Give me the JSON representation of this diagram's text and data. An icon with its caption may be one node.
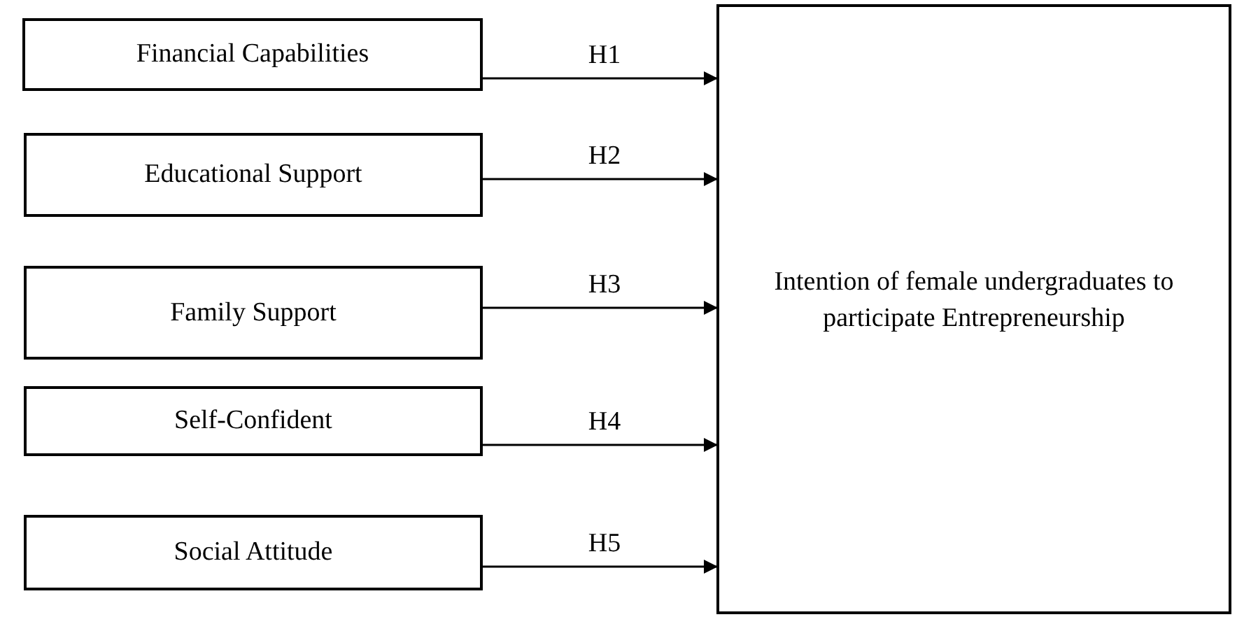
{
  "diagram": {
    "nodes": [
      {
        "text": [
          "Financial Capabilities"
        ]
      },
      {
        "text": [
          "Educational Support"
        ]
      },
      {
        "text": [
          "Family Support"
        ]
      },
      {
        "text": [
          "Self-Confident"
        ]
      },
      {
        "text": [
          "Social Attitude"
        ]
      },
      {
        "text": [
          "Intention of female undergraduates to participate Entrepreneurship"
        ]
      }
    ],
    "edges": [
      {
        "from": 0,
        "to": 5,
        "arrow": "to",
        "label": "H1"
      },
      {
        "from": 1,
        "to": 5,
        "arrow": "to",
        "label": "H2"
      },
      {
        "from": 2,
        "to": 5,
        "arrow": "to",
        "label": "H3"
      },
      {
        "from": 3,
        "to": 5,
        "arrow": "to",
        "label": "H4"
      },
      {
        "from": 4,
        "to": 5,
        "arrow": "to",
        "label": "H5"
      }
    ]
  }
}
